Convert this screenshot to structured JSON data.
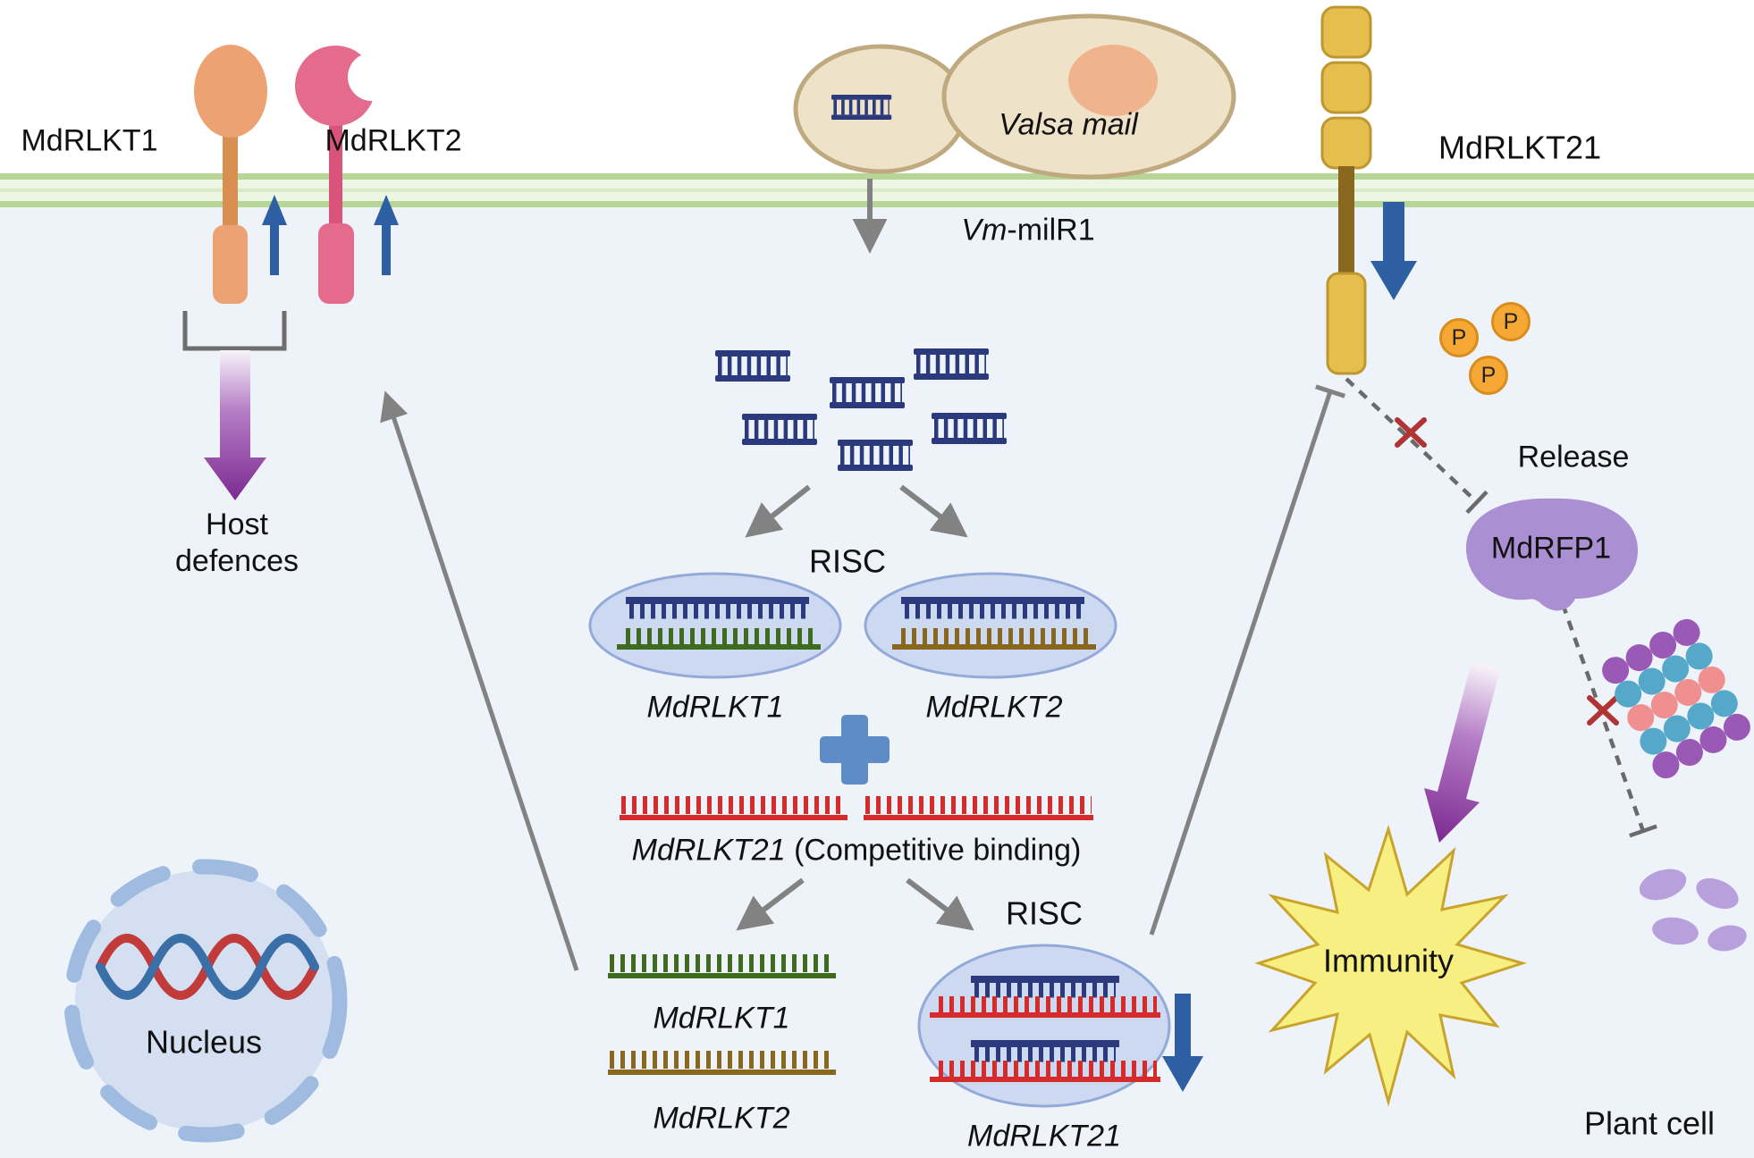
{
  "labels": {
    "receptor1": "MdRLKT1",
    "receptor2": "MdRLKT2",
    "receptor21": "MdRLKT21",
    "fungus": "Valsa mail",
    "milr1_prefix": "Vm",
    "milr1_suffix": "-milR1",
    "risc_upper": "RISC",
    "risc_lower": "RISC",
    "risc1_target": "MdRLKT1",
    "risc2_target": "MdRLKT2",
    "competitive_gene": "MdRLKT21",
    "competitive_note": " (Competitive binding)",
    "free_transcript1": "MdRLKT1",
    "free_transcript2": "MdRLKT2",
    "degraded_transcript": "MdRLKT21",
    "release": "Release",
    "mdrfp1": "MdRFP1",
    "host_line1": "Host",
    "host_line2": "defences",
    "immunity": "Immunity",
    "nucleus": "Nucleus",
    "plant_cell": "Plant cell",
    "phosphate": "P"
  },
  "colors": {
    "membrane_green": "#b7d596",
    "cell_background": "#eef3f9",
    "receptor1_orange": "#eda274",
    "receptor2_pink": "#e56b8c",
    "receptor21_gold": "#e5be4d",
    "receptor21_stem_brown": "#8a671e",
    "rna_navy": "#2b3a7c",
    "strand_green": "#3e6b1e",
    "strand_brown": "#8a671e",
    "strand_red": "#d62b2b",
    "risc_fill": "#cdd9f0",
    "risc_border": "#93a9d8",
    "plus_blue": "#5e8cc6",
    "arrow_blue": "#2e5fa3",
    "arrow_gray": "#828282",
    "arrow_purple": "#7d2a91",
    "phosphate_orange": "#f5a833",
    "mdrfp1_purple": "#aa90d2",
    "immunity_yellow": "#f8ef82",
    "nucleus_fill": "#d4e0f2",
    "fungus_fill": "#eee2c9",
    "blocked_red": "#b03434"
  }
}
